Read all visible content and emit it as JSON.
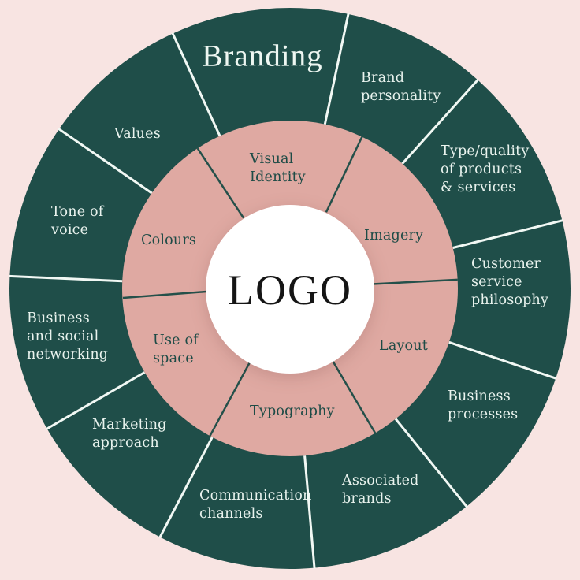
{
  "title": "Branding",
  "center": {
    "logo_label": "LOGO"
  },
  "colors": {
    "background": "#f8e4e2",
    "outer_ring": "#1f4e49",
    "inner_ring": "#dfa9a2",
    "center_circle": "#ffffff",
    "outer_divider": "#f1f8f4",
    "inner_divider": "#24504a",
    "outer_text": "#e9f3ee",
    "inner_text": "#1d4b46",
    "logo_text": "#151515"
  },
  "wheel": {
    "outer_segments": [
      {
        "label": "Brand\npersonality"
      },
      {
        "label": "Type/quality\nof products\n& services"
      },
      {
        "label": "Customer\nservice\nphilosophy"
      },
      {
        "label": "Business\nprocesses"
      },
      {
        "label": "Associated\nbrands"
      },
      {
        "label": "Communication\nchannels"
      },
      {
        "label": "Marketing\napproach"
      },
      {
        "label": "Business\nand social\nnetworking"
      },
      {
        "label": "Tone of\nvoice"
      },
      {
        "label": "Values"
      }
    ],
    "inner_segments": [
      {
        "label": "Visual\nIdentity"
      },
      {
        "label": "Imagery"
      },
      {
        "label": "Layout"
      },
      {
        "label": "Typography"
      },
      {
        "label": "Use of\nspace"
      },
      {
        "label": "Colours"
      }
    ]
  }
}
